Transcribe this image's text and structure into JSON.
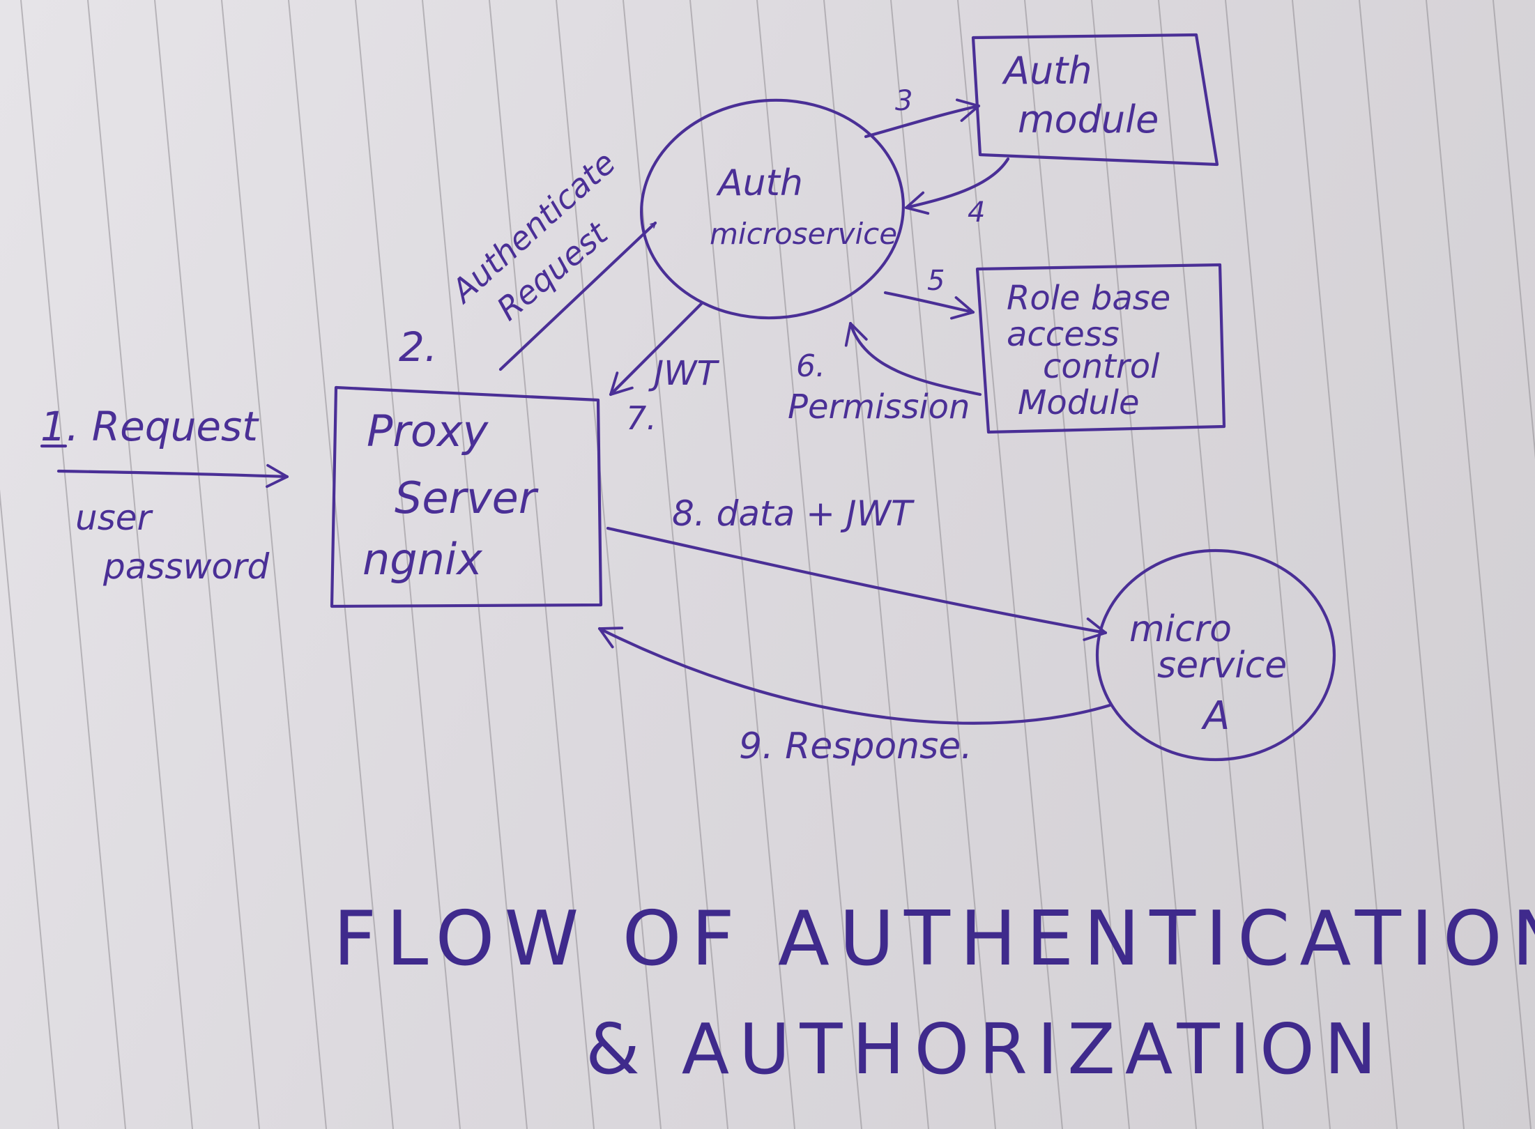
{
  "diagram": {
    "nodes": {
      "proxy_server": [
        "Proxy",
        "Server",
        "ngnix"
      ],
      "auth_microservice": [
        "Auth",
        "microservice"
      ],
      "auth_module": [
        "Auth",
        "module"
      ],
      "rbac_module": [
        "Role base",
        "access",
        "control",
        "Module"
      ],
      "microservice_a": [
        "micro",
        "service",
        "A"
      ]
    },
    "edges": {
      "step1": "1. Request",
      "step1_note": [
        "user",
        "password"
      ],
      "step2_num": "2.",
      "step2": [
        "Authenticate",
        "Request"
      ],
      "step3": "3",
      "step4": "4",
      "step5": "5",
      "step6_num": "6.",
      "step6": "Permission",
      "step7_num": "7.",
      "step7": "JWT",
      "step8": "8. data + JWT",
      "step9": "9. Response."
    }
  },
  "caption": {
    "line1": "FLOW OF AUTHENTICATION",
    "line2": "& AUTHORIZATION"
  },
  "colors": {
    "ink": "#4a2f96",
    "paper": "#dddadf",
    "rule": "#8f8c92"
  }
}
